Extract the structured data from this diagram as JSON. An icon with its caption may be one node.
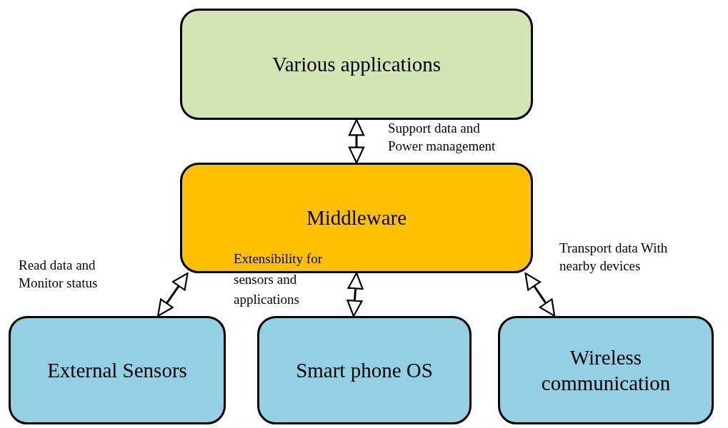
{
  "diagram": {
    "nodes": [
      {
        "text": [
          "Various applications"
        ]
      },
      {
        "text": [
          "Middleware"
        ]
      },
      {
        "text": [
          "External Sensors"
        ]
      },
      {
        "text": [
          "Smart phone OS"
        ]
      },
      {
        "text": [
          "Wireless communication"
        ]
      }
    ],
    "edges": [
      {
        "from": 0,
        "to": 1,
        "arrow": "both",
        "label": "Support data and Power management"
      },
      {
        "from": 1,
        "to": 2,
        "arrow": "both",
        "label": "Read data and Monitor status"
      },
      {
        "from": 1,
        "to": 3,
        "arrow": "both",
        "label": "Extensibility for sensors and applications"
      },
      {
        "from": 1,
        "to": 4,
        "arrow": "both",
        "label": "Transport data With nearby devices"
      }
    ]
  }
}
